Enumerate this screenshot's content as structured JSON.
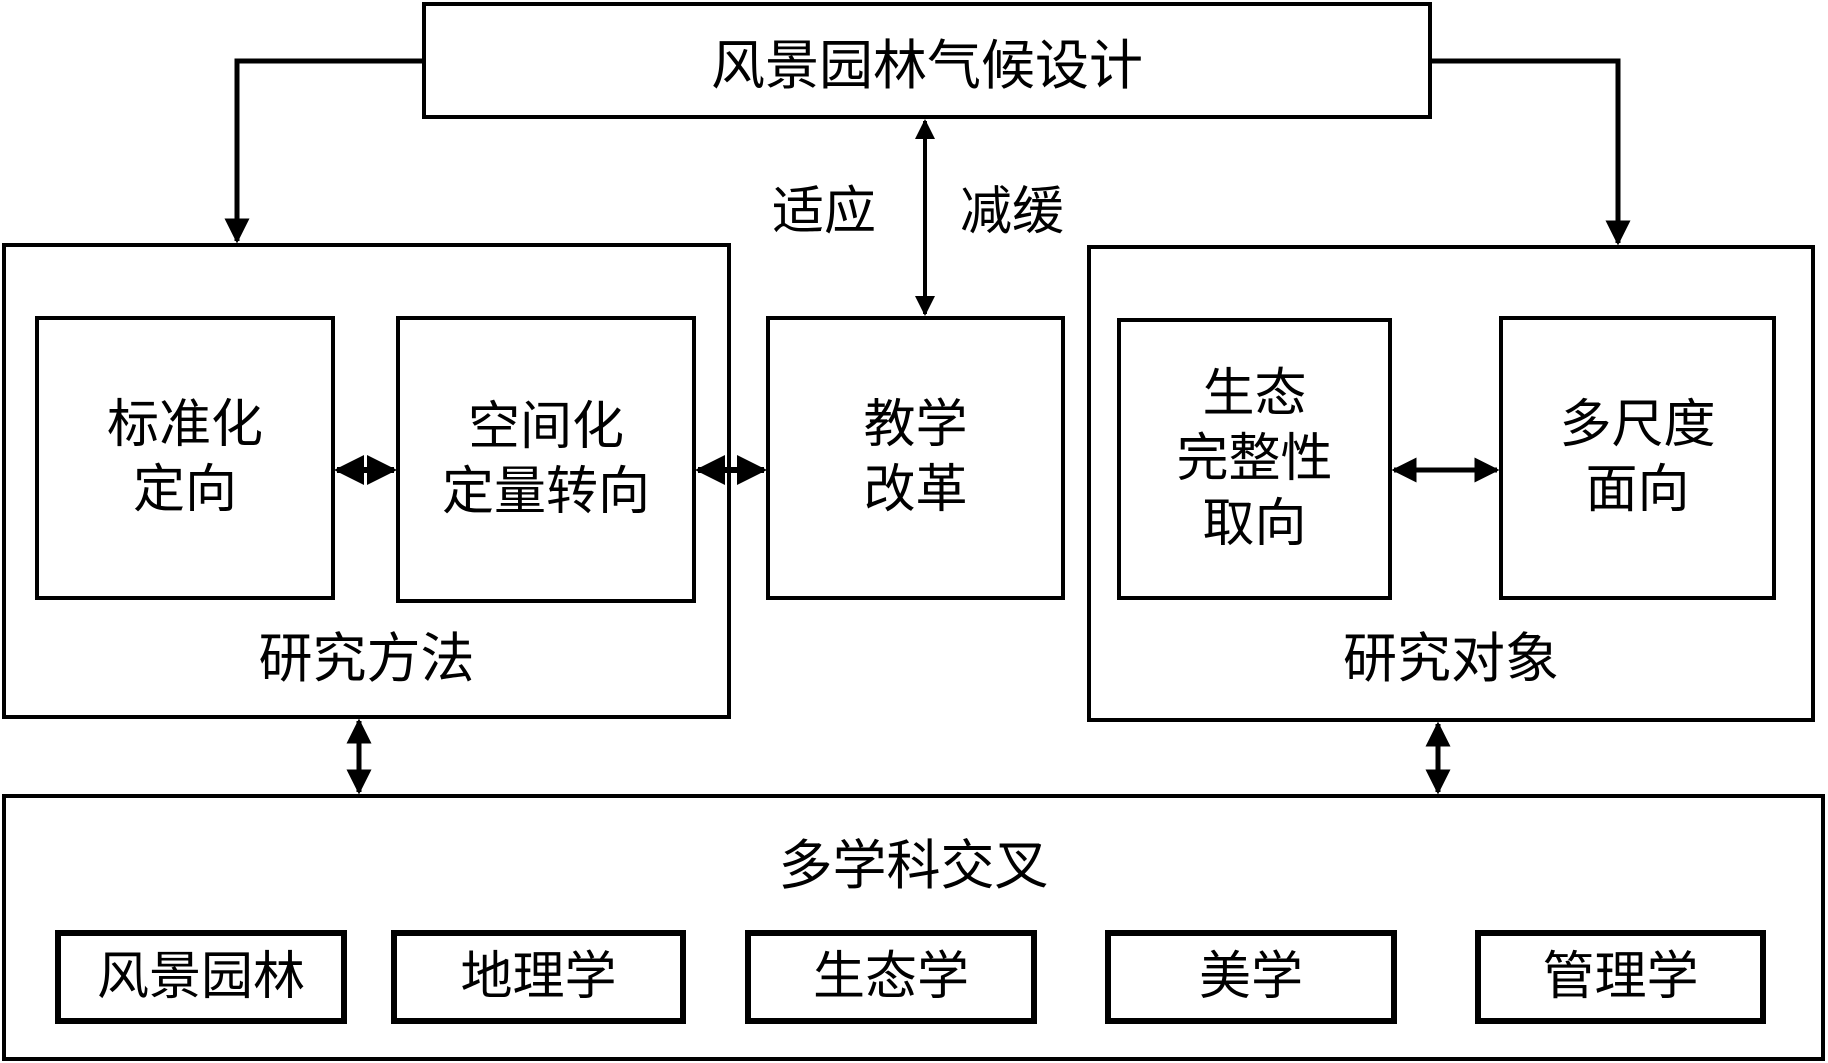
{
  "title": "风景园林气候设计",
  "center_link": {
    "left_label": "适应",
    "right_label": "减缓"
  },
  "methods": {
    "label": "研究方法",
    "items": [
      "标准化\n定向",
      "空间化\n定量转向"
    ]
  },
  "teaching": {
    "label": "教学\n改革"
  },
  "objects": {
    "label": "研究对象",
    "items": [
      "生态\n完整性\n取向",
      "多尺度\n面向"
    ]
  },
  "interdisciplinary": {
    "label": "多学科交叉",
    "disciplines": [
      "风景园林",
      "地理学",
      "生态学",
      "美学",
      "管理学"
    ]
  }
}
